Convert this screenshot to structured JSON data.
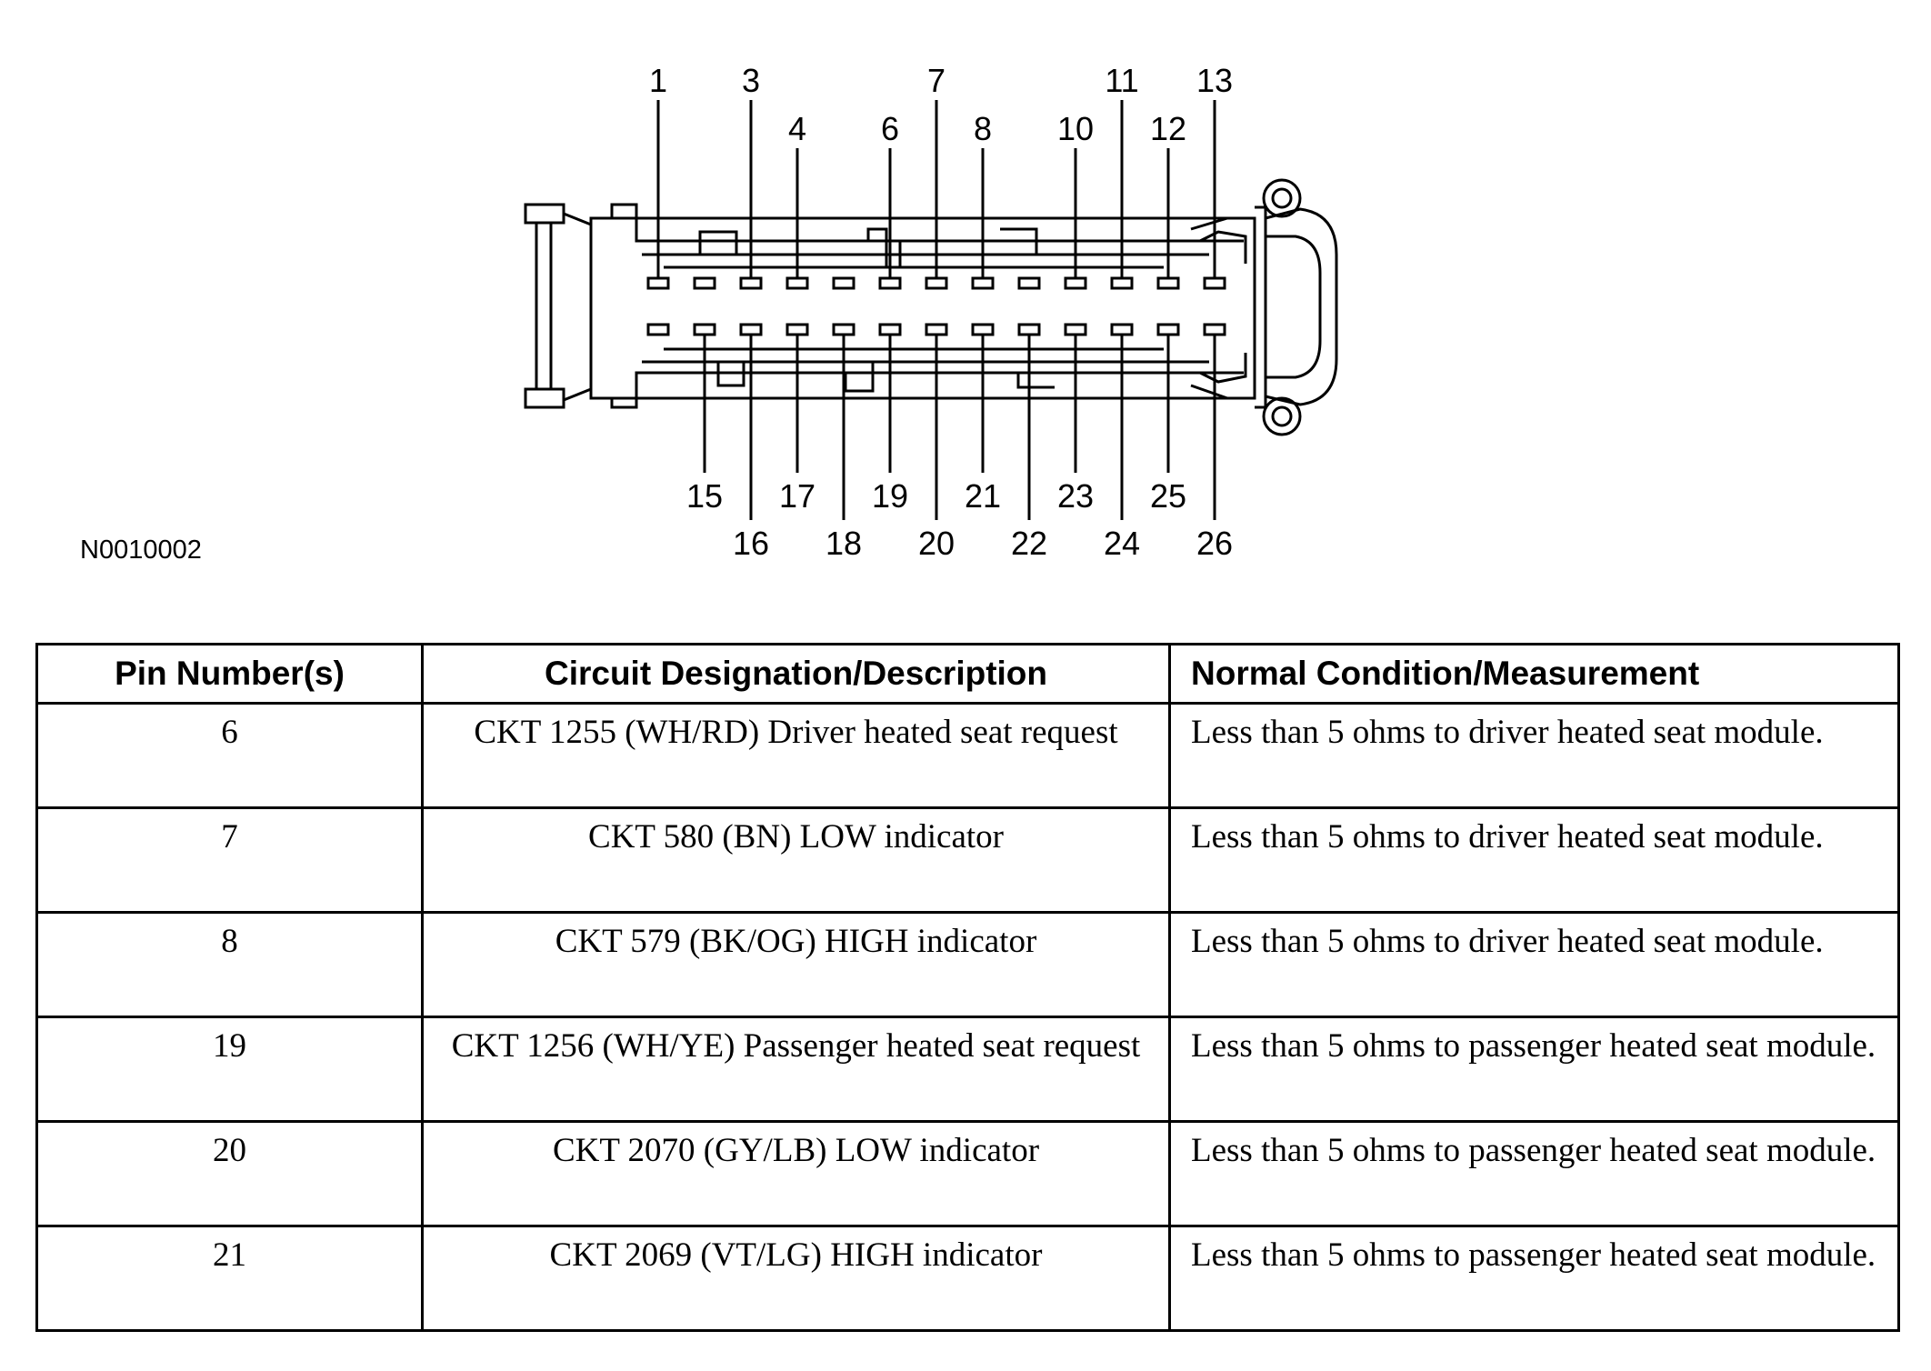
{
  "figure_code": "N0010002",
  "connector": {
    "top_labels_upper": [
      "1",
      "3",
      "7",
      "11",
      "13"
    ],
    "top_labels_lower": [
      "4",
      "6",
      "8",
      "10",
      "12"
    ],
    "bottom_labels_upper": [
      "15",
      "17",
      "19",
      "21",
      "23",
      "25"
    ],
    "bottom_labels_lower": [
      "16",
      "18",
      "20",
      "22",
      "24",
      "26"
    ]
  },
  "table": {
    "headers": [
      "Pin Number(s)",
      "Circuit Designation/Description",
      "Normal Condition/Measurement"
    ],
    "rows": [
      {
        "pin": "6",
        "description": "CKT 1255 (WH/RD) Driver heated seat request",
        "measurement": "Less than 5 ohms to driver heated seat module."
      },
      {
        "pin": "7",
        "description": "CKT 580 (BN) LOW indicator",
        "measurement": "Less than 5 ohms to driver heated seat module."
      },
      {
        "pin": "8",
        "description": "CKT 579 (BK/OG) HIGH indicator",
        "measurement": "Less than 5 ohms to driver heated seat module."
      },
      {
        "pin": "19",
        "description": "CKT 1256 (WH/YE) Passenger heated seat request",
        "measurement": "Less than 5 ohms to passenger heated seat module."
      },
      {
        "pin": "20",
        "description": "CKT 2070 (GY/LB) LOW indicator",
        "measurement": "Less than 5 ohms to passenger heated seat module."
      },
      {
        "pin": "21",
        "description": "CKT 2069 (VT/LG) HIGH indicator",
        "measurement": "Less than 5 ohms to passenger heated seat module."
      }
    ]
  }
}
